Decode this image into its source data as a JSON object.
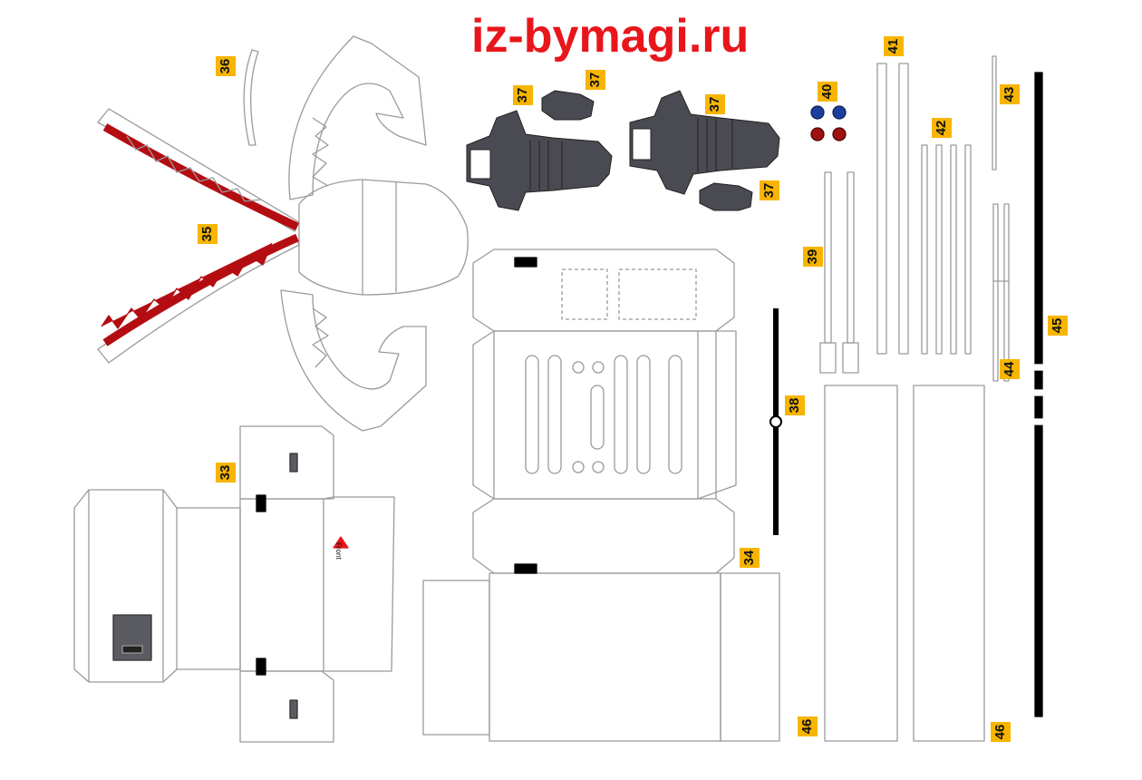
{
  "site_title": "iz-bymagi.ru",
  "front_marker": "Front",
  "colors": {
    "title_red": "#e8161b",
    "label_orange": "#f7b500",
    "tongue_red": "#b30d12",
    "dark_part": "#4a4a52",
    "outline_gray": "#9a9a9a",
    "bar_black": "#000000",
    "blue_dot": "#1c3f9e",
    "red_dot": "#a01010"
  },
  "part_labels": {
    "p33": "33",
    "p34": "34",
    "p35": "35",
    "p36": "36",
    "p37a": "37",
    "p37b": "37",
    "p37c": "37",
    "p37d": "37",
    "p38": "38",
    "p39": "39",
    "p40": "40",
    "p41": "41",
    "p42": "42",
    "p43": "43",
    "p44": "44",
    "p45": "45",
    "p46a": "46",
    "p46b": "46"
  }
}
